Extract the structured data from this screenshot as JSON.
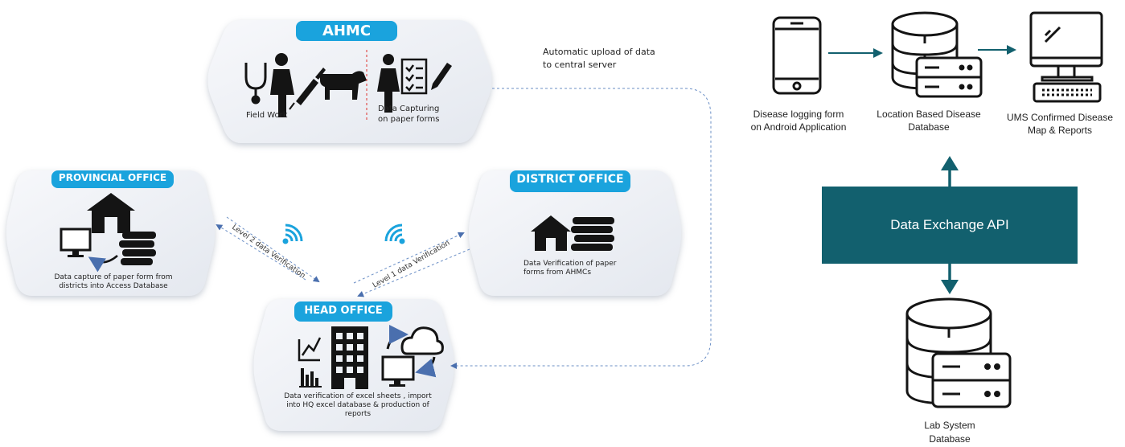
{
  "left_diagram": {
    "ahmc": {
      "title": "AHMC",
      "field_work": "Field Work",
      "data_capturing_1": "Data Capturing",
      "data_capturing_2": "on paper forms"
    },
    "upload_note_1": "Automatic upload of data",
    "upload_note_2": "to central server",
    "provincial_office": {
      "title": "PROVINCIAL OFFICE",
      "desc_1": "Data capture of paper form from",
      "desc_2": "districts  into Access Database"
    },
    "district_office": {
      "title": "DISTRICT OFFICE",
      "desc_1": "Data  Verification of paper",
      "desc_2": "forms from AHMCs"
    },
    "head_office": {
      "title": "HEAD OFFICE",
      "desc_1": "Data verification of excel sheets , import",
      "desc_2": "into HQ excel database & production of",
      "desc_3": "reports"
    },
    "level2": "Level 2 data Verification",
    "level1": "Level 1 data Verification"
  },
  "right_diagram": {
    "android_1": "Disease logging form",
    "android_2": "on Android Application",
    "location_db_1": "Location Based Disease",
    "location_db_2": "Database",
    "ums_1": "UMS Confirmed Disease",
    "ums_2": "Map & Reports",
    "api": "Data Exchange API",
    "lab_1": "Lab System",
    "lab_2": "Database"
  },
  "colors": {
    "banner": "#1aa3dd",
    "hexagon": "#eef1f6",
    "icon": "#141414",
    "api_box": "#12606e",
    "arrow": "#12606e",
    "dashed": "#6b8fc6",
    "divider": "#e0524f"
  }
}
